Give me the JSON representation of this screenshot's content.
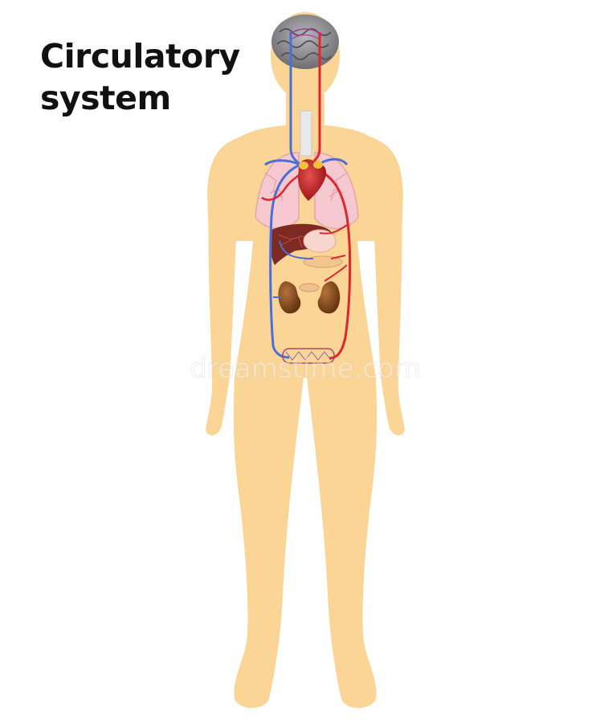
{
  "title": {
    "line1": "Circulatory",
    "line2": "system"
  },
  "colors": {
    "skin": "#FAD595",
    "artery": "#E0262B",
    "vein": "#4A6FD8",
    "brain": "#8F8F93",
    "lung": "#F6C9D0",
    "heart": "#C7232B",
    "liver": "#7C2A22",
    "kidney": "#8A4A1A",
    "background": "#FFFFFF"
  },
  "watermark": "dreamstime.com"
}
